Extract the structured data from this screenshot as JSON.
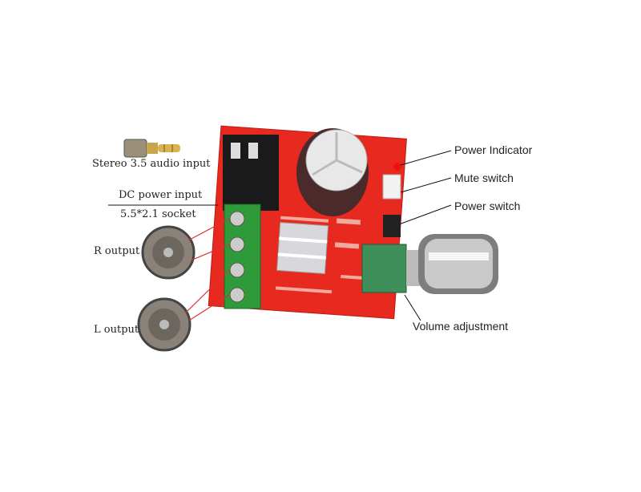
{
  "labels": {
    "stereo_input": "Stereo 3.5 audio input",
    "dc_power": "DC power input",
    "dc_socket": "5.5*2.1 socket",
    "r_output": "R output",
    "l_output": "L output",
    "power_indicator": "Power Indicator",
    "mute_switch": "Mute switch",
    "power_switch": "Power switch",
    "volume": "Volume adjustment"
  },
  "colors": {
    "board": "#e8291f",
    "terminal": "#2e9a3a",
    "pot": "#3f8f5a"
  }
}
